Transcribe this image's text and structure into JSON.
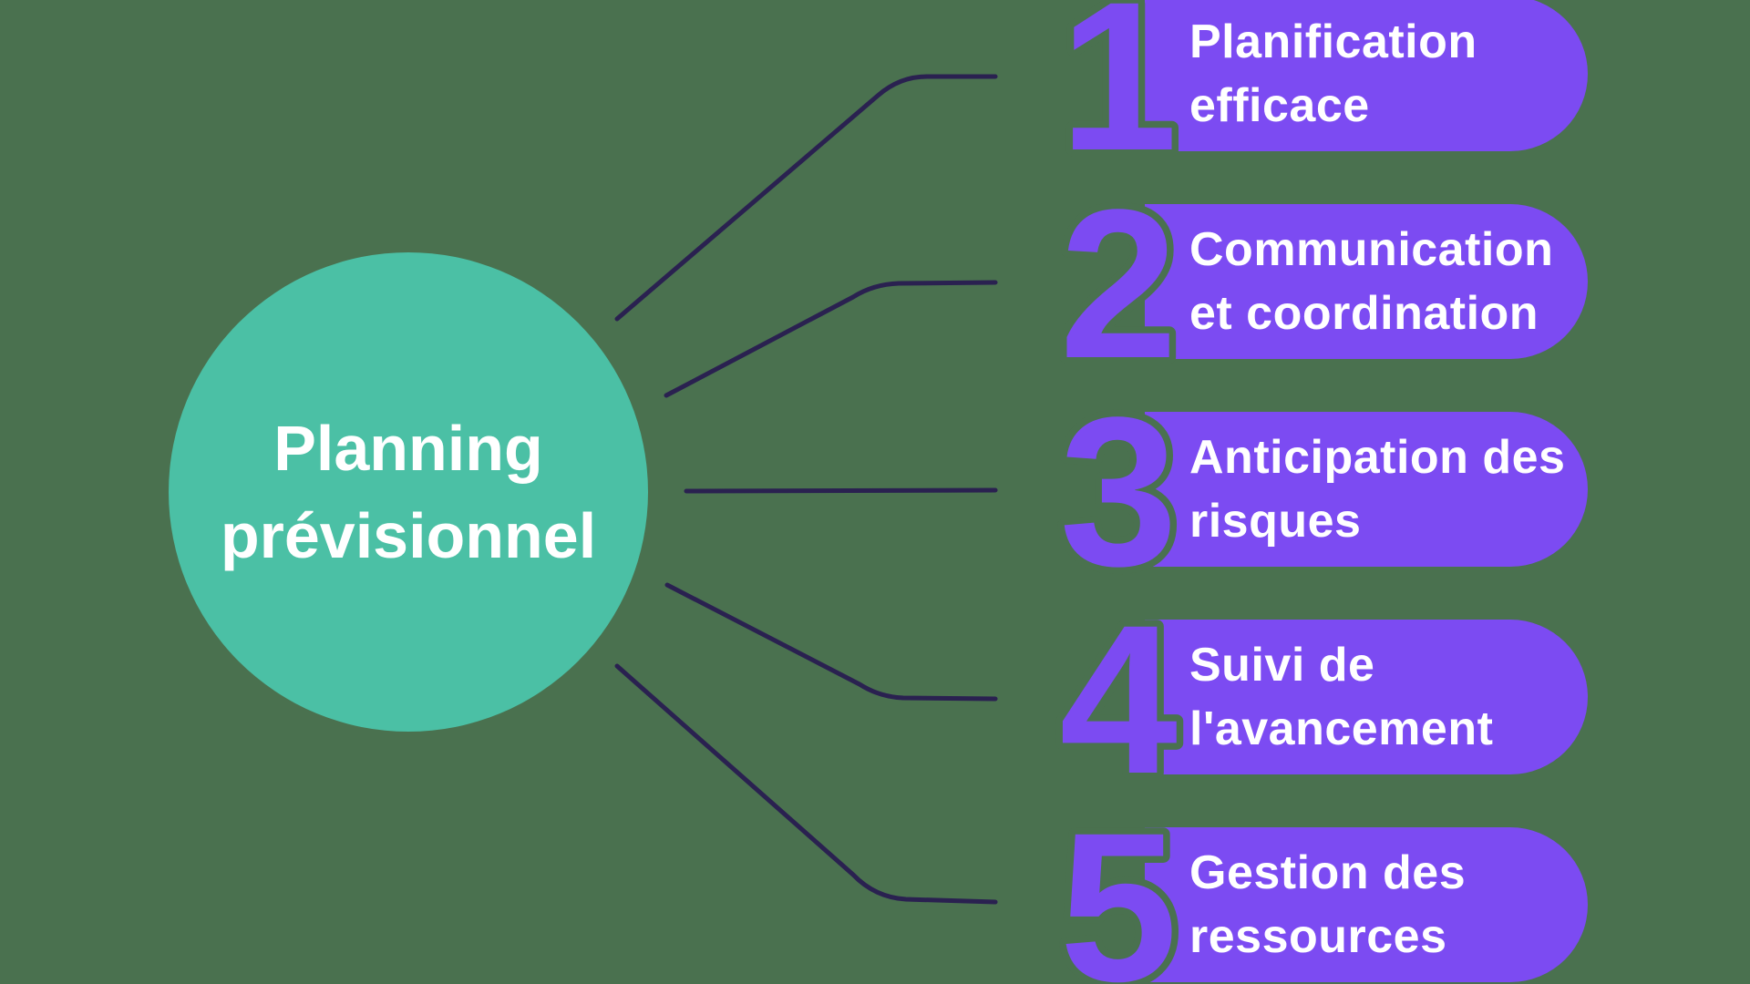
{
  "diagram_type": "mind-map",
  "colors": {
    "background": "#4A714F",
    "circle_teal": "#4BC0A5",
    "pill_purple": "#7C4BF2",
    "connector_navy": "#2A2150",
    "text_white": "#FFFFFF"
  },
  "center": {
    "line1": "Planning",
    "line2": "prévisionnel"
  },
  "items": [
    {
      "number": "1",
      "line1": "Planification",
      "line2": "efficace"
    },
    {
      "number": "2",
      "line1": "Communication",
      "line2": "et coordination"
    },
    {
      "number": "3",
      "line1": "Anticipation des",
      "line2": "risques"
    },
    {
      "number": "4",
      "line1": "Suivi de",
      "line2": "l'avancement"
    },
    {
      "number": "5",
      "line1": "Gestion des",
      "line2": "ressources"
    }
  ]
}
